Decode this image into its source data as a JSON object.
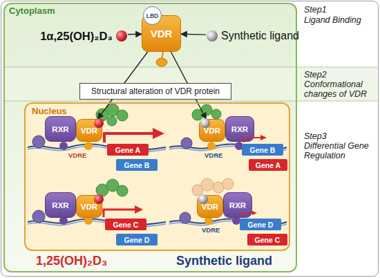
{
  "diagram": {
    "nodes": [
      {
        "text": [
          "Cytoplasm"
        ]
      },
      {
        "text": [
          "LBD"
        ],
        "in": 0
      },
      {
        "text": [
          "VDR"
        ],
        "in": 0
      },
      {
        "text": [
          "1α,25(OH)₂D₃"
        ],
        "in": 0
      },
      {
        "text": [
          "Synthetic ligand"
        ],
        "in": 0
      },
      {
        "text": [
          "Structural alteration of VDR protein"
        ],
        "in": 0
      },
      {
        "text": [
          "Nucleus"
        ],
        "in": 0
      },
      {
        "text": [
          "RXR"
        ],
        "in": 6
      },
      {
        "text": [
          "VDR"
        ],
        "in": 6
      },
      {
        "text": [
          "Gene A"
        ],
        "in": 6
      },
      {
        "text": [
          "Gene B"
        ],
        "in": 6
      },
      {
        "text": [
          "VDR"
        ],
        "in": 6
      },
      {
        "text": [
          "RXR"
        ],
        "in": 6
      },
      {
        "text": [
          "Gene B"
        ],
        "in": 6
      },
      {
        "text": [
          "Gene A"
        ],
        "in": 6
      },
      {
        "text": [
          "RXR"
        ],
        "in": 6
      },
      {
        "text": [
          "VDR"
        ],
        "in": 6
      },
      {
        "text": [
          "Gene C"
        ],
        "in": 6
      },
      {
        "text": [
          "Gene D"
        ],
        "in": 6
      },
      {
        "text": [
          "VDR"
        ],
        "in": 6
      },
      {
        "text": [
          "RXR"
        ],
        "in": 6
      },
      {
        "text": [
          "Gene D"
        ],
        "in": 6
      },
      {
        "text": [
          "Gene C"
        ],
        "in": 6
      }
    ],
    "edges": [
      {
        "from": 3,
        "to": 2,
        "arrow": "to"
      },
      {
        "from": 4,
        "to": 2,
        "arrow": "to"
      },
      {
        "from": 2,
        "to": 8,
        "arrow": "to"
      },
      {
        "from": 2,
        "to": 11,
        "arrow": "to"
      }
    ],
    "labels": [
      "Step1",
      "Ligand Binding",
      "Step2",
      "Conformational changes of VDR",
      "Step3",
      "Differential Gene Regulation",
      "VDRE",
      "VDRE",
      "VDRE",
      "1,25(OH)₂D₃",
      "Synthetic ligand"
    ]
  }
}
